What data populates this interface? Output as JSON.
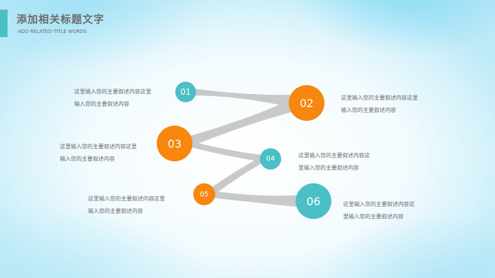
{
  "header": {
    "title": "添加相关标题文字",
    "subtitle": "ADD RELATED TITLE WORDS"
  },
  "colors": {
    "teal": "#4bbfc6",
    "orange": "#f7870f",
    "connector": "#c9c9c9"
  },
  "steps": [
    {
      "num": "01",
      "line1": "这里输入您的主要叙述内容这里",
      "line2": "输入您的主要叙述内容"
    },
    {
      "num": "02",
      "line1": "这里输入您的主要叙述内容这里",
      "line2": "输入您的主要叙述内容"
    },
    {
      "num": "03",
      "line1": "这里输入您的主要叙述内容这里",
      "line2": "输入您的主要叙述内容"
    },
    {
      "num": "04",
      "line1": "这里输入您的主要叙述内容这",
      "line2": "里输入您的主要叙述内容"
    },
    {
      "num": "05",
      "line1": "这里输入您的主要叙述内容这里",
      "line2": "输入您的主要叙述内容"
    },
    {
      "num": "06",
      "line1": "这里输入您的主要叙述内容这",
      "line2": "里输入您的主要叙述内容"
    }
  ]
}
